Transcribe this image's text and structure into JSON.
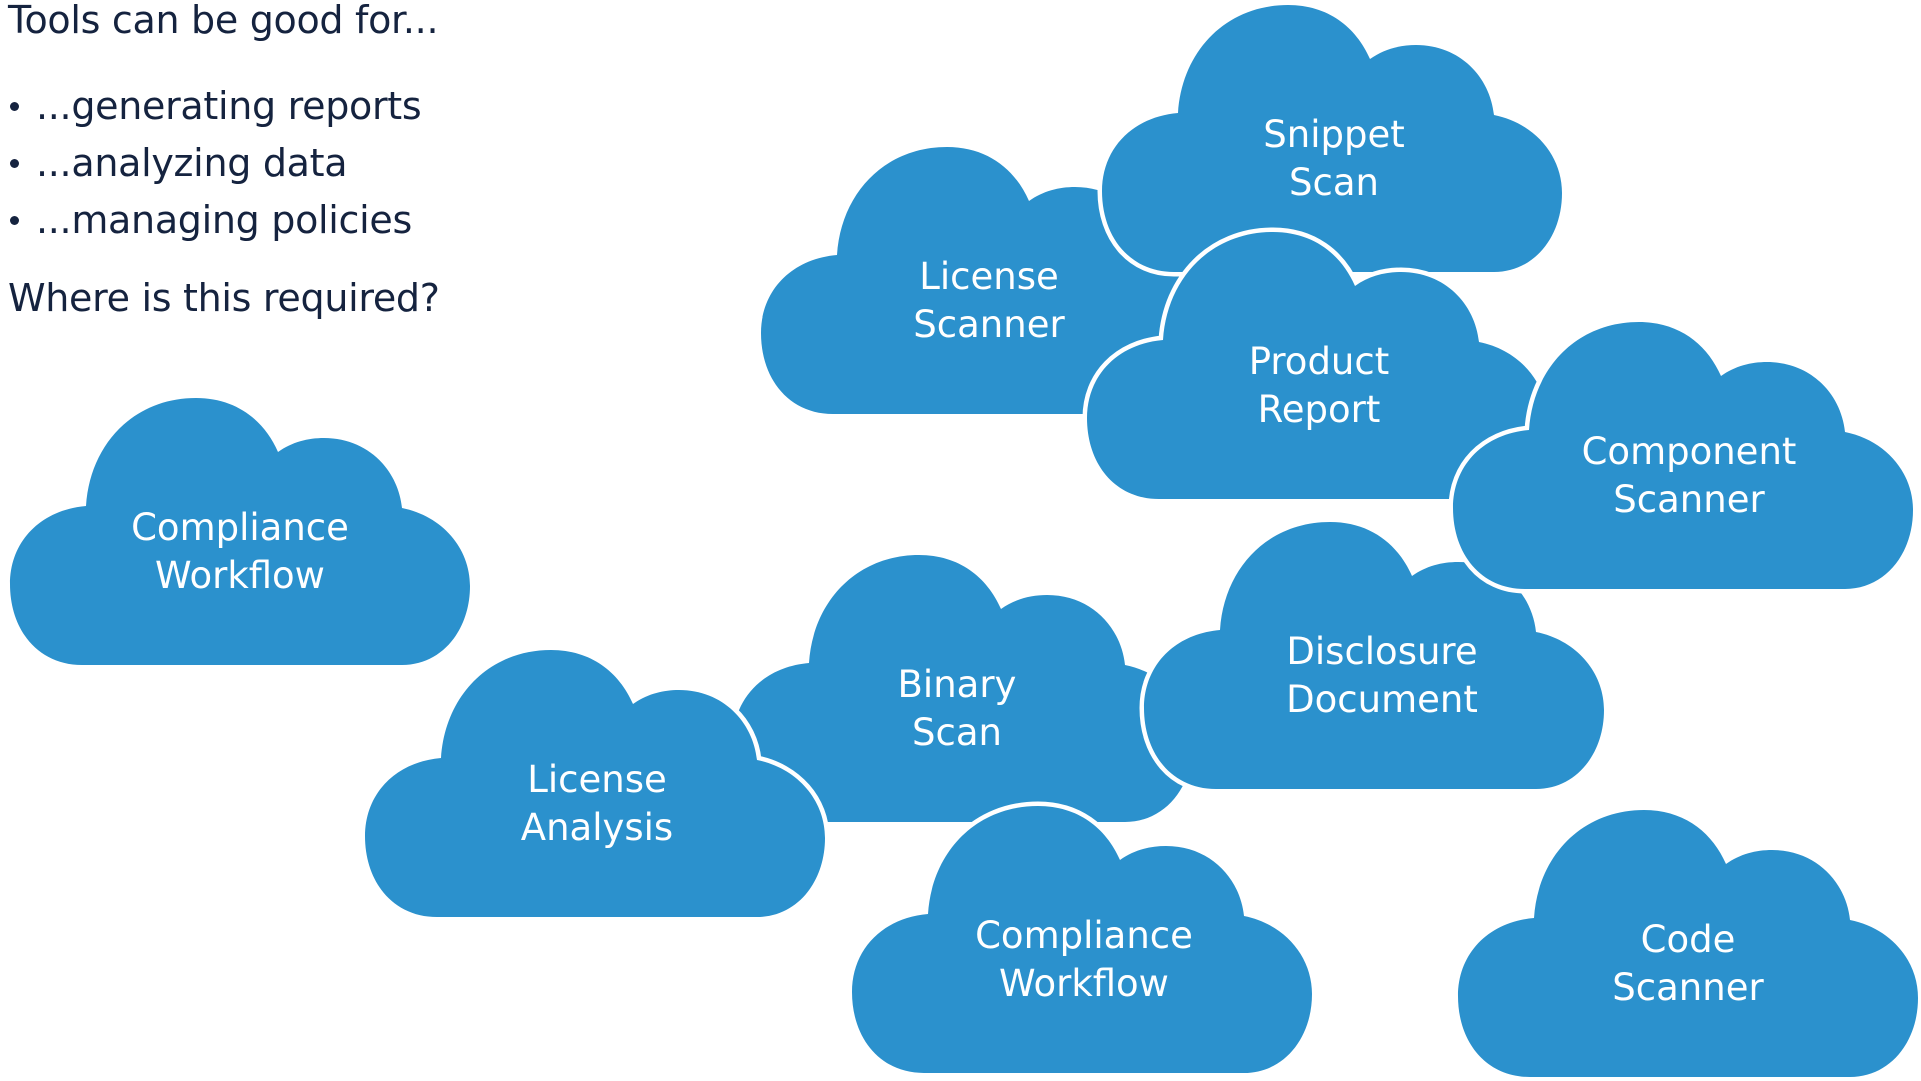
{
  "intro": {
    "title": "Tools can be good for...",
    "bullets": [
      "...generating reports",
      "...analyzing data",
      "...managing policies"
    ],
    "question": "Where is this required?"
  },
  "colors": {
    "cloud_fill": "#2b91cd",
    "cloud_outline": "#ffffff",
    "text_dark": "#15233f",
    "cloud_text": "#ffffff"
  },
  "clouds": [
    {
      "id": "compliance-workflow-left",
      "lines": [
        "Compliance",
        "Workflow"
      ]
    },
    {
      "id": "license-scanner",
      "lines": [
        "License",
        "Scanner"
      ]
    },
    {
      "id": "snippet-scan",
      "lines": [
        "Snippet",
        "Scan"
      ]
    },
    {
      "id": "product-report",
      "lines": [
        "Product",
        "Report"
      ]
    },
    {
      "id": "binary-scan",
      "lines": [
        "Binary",
        "Scan"
      ]
    },
    {
      "id": "disclosure-document",
      "lines": [
        "Disclosure",
        "Document"
      ]
    },
    {
      "id": "component-scanner",
      "lines": [
        "Component",
        "Scanner"
      ]
    },
    {
      "id": "license-analysis",
      "lines": [
        "License",
        "Analysis"
      ]
    },
    {
      "id": "compliance-workflow-bottom",
      "lines": [
        "Compliance",
        "Workflow"
      ]
    },
    {
      "id": "code-scanner",
      "lines": [
        "Code",
        "Scanner"
      ]
    }
  ]
}
